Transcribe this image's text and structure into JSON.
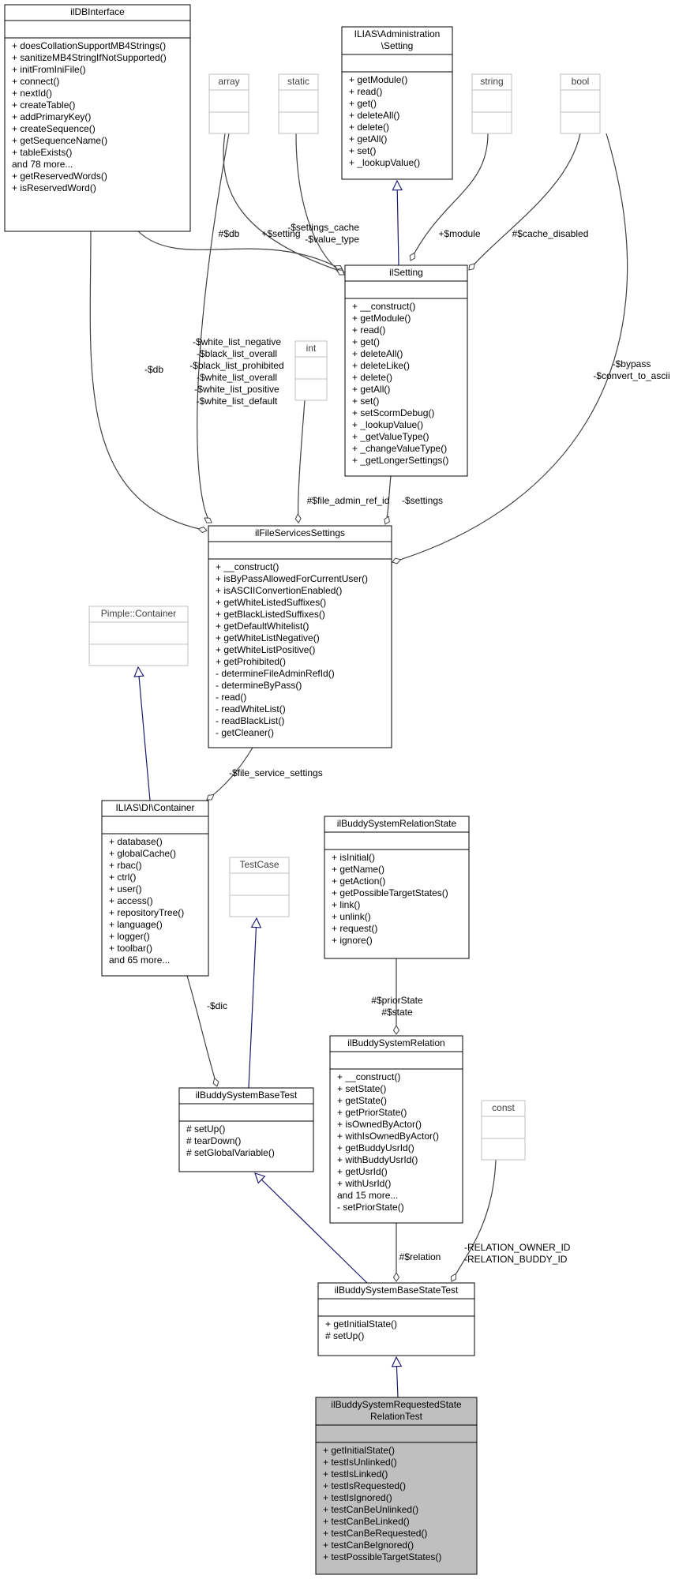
{
  "diagram": {
    "classes": [
      {
        "id": "ildbinterface",
        "title": [
          "ilDBInterface"
        ],
        "attributes": [],
        "methods": [
          "+ doesCollationSupportMB4Strings()",
          "+ sanitizeMB4StringIfNotSupported()",
          "+ initFromIniFile()",
          "+ connect()",
          "+ nextId()",
          "+ createTable()",
          "+ addPrimaryKey()",
          "+ createSequence()",
          "+ getSequenceName()",
          "+ tableExists()",
          "and 78 more...",
          "+ getReservedWords()",
          "+ isReservedWord()"
        ]
      },
      {
        "id": "array",
        "title": [
          "array"
        ],
        "attributes": [],
        "methods": [],
        "external": true
      },
      {
        "id": "static",
        "title": [
          "static"
        ],
        "attributes": [],
        "methods": [],
        "external": true
      },
      {
        "id": "ilias-setting",
        "title": [
          "ILIAS\\Administration",
          "\\Setting"
        ],
        "attributes": [],
        "methods": [
          "+ getModule()",
          "+ read()",
          "+ get()",
          "+ deleteAll()",
          "+ delete()",
          "+ getAll()",
          "+ set()",
          "+ _lookupValue()"
        ]
      },
      {
        "id": "string",
        "title": [
          "string"
        ],
        "attributes": [],
        "methods": [],
        "external": true
      },
      {
        "id": "bool",
        "title": [
          "bool"
        ],
        "attributes": [],
        "methods": [],
        "external": true
      },
      {
        "id": "ilsetting",
        "title": [
          "ilSetting"
        ],
        "attributes": [],
        "methods": [
          "+ __construct()",
          "+ getModule()",
          "+ read()",
          "+ get()",
          "+ deleteAll()",
          "+ deleteLike()",
          "+ delete()",
          "+ getAll()",
          "+ set()",
          "+ setScormDebug()",
          "+ _lookupValue()",
          "+ _getValueType()",
          "+ _changeValueType()",
          "+ _getLongerSettings()"
        ]
      },
      {
        "id": "int",
        "title": [
          "int"
        ],
        "attributes": [],
        "methods": [],
        "external": true
      },
      {
        "id": "ilfileservicessettings",
        "title": [
          "ilFileServicesSettings"
        ],
        "attributes": [],
        "methods": [
          "+ __construct()",
          "+ isByPassAllowedForCurrentUser()",
          "+ isASCIIConvertionEnabled()",
          "+ getWhiteListedSuffixes()",
          "+ getBlackListedSuffixes()",
          "+ getDefaultWhitelist()",
          "+ getWhiteListNegative()",
          "+ getWhiteListPositive()",
          "+ getProhibited()",
          "- determineFileAdminRefId()",
          "- determineByPass()",
          "- read()",
          "- readWhiteList()",
          "- readBlackList()",
          "- getCleaner()"
        ]
      },
      {
        "id": "pimple",
        "title": [
          "Pimple::Container"
        ],
        "attributes": [],
        "methods": [],
        "external": true
      },
      {
        "id": "di-container",
        "title": [
          "ILIAS\\DI\\Container"
        ],
        "attributes": [],
        "methods": [
          "+ database()",
          "+ globalCache()",
          "+ rbac()",
          "+ ctrl()",
          "+ user()",
          "+ access()",
          "+ repositoryTree()",
          "+ language()",
          "+ logger()",
          "+ toolbar()",
          "and 65 more..."
        ]
      },
      {
        "id": "testcase",
        "title": [
          "TestCase"
        ],
        "attributes": [],
        "methods": [],
        "external": true
      },
      {
        "id": "relationstate",
        "title": [
          "ilBuddySystemRelationState"
        ],
        "attributes": [],
        "methods": [
          "+ isInitial()",
          "+ getName()",
          "+ getAction()",
          "+ getPossibleTargetStates()",
          "+ link()",
          "+ unlink()",
          "+ request()",
          "+ ignore()"
        ]
      },
      {
        "id": "relation",
        "title": [
          "ilBuddySystemRelation"
        ],
        "attributes": [],
        "methods": [
          "+ __construct()",
          "+ setState()",
          "+ getState()",
          "+ getPriorState()",
          "+ isOwnedByActor()",
          "+ withIsOwnedByActor()",
          "+ getBuddyUsrId()",
          "+ withBuddyUsrId()",
          "+ getUsrId()",
          "+ withUsrId()",
          "and 15 more...",
          "- setPriorState()"
        ]
      },
      {
        "id": "basetest",
        "title": [
          "ilBuddySystemBaseTest"
        ],
        "attributes": [],
        "methods": [
          "# setUp()",
          "# tearDown()",
          "# setGlobalVariable()"
        ]
      },
      {
        "id": "const",
        "title": [
          "const"
        ],
        "attributes": [],
        "methods": [],
        "external": true
      },
      {
        "id": "basestatetest",
        "title": [
          "ilBuddySystemBaseStateTest"
        ],
        "attributes": [],
        "methods": [
          "+ getInitialState()",
          "# setUp()"
        ]
      },
      {
        "id": "requested",
        "title": [
          "ilBuddySystemRequestedState",
          "RelationTest"
        ],
        "attributes": [],
        "methods": [
          "+ getInitialState()",
          "+ testIsUnlinked()",
          "+ testIsLinked()",
          "+ testIsRequested()",
          "+ testIsIgnored()",
          "+ testCanBeUnlinked()",
          "+ testCanBeLinked()",
          "+ testCanBeRequested()",
          "+ testCanBeIgnored()",
          "+ testPossibleTargetStates()"
        ],
        "highlighted": true
      }
    ],
    "edge_labels": {
      "db_setting": [
        "#$db"
      ],
      "setting_setting": [
        "+$setting"
      ],
      "settings_cache": [
        "-$settings_cache",
        "-$value_type"
      ],
      "module": [
        "+$module"
      ],
      "cache_disabled": [
        "#$cache_disabled"
      ],
      "db_files": [
        "-$db"
      ],
      "lists": [
        "-$white_list_negative",
        "-$black_list_overall",
        "-$black_list_prohibited",
        "-$white_list_overall",
        "-$white_list_positive",
        "-$white_list_default"
      ],
      "bypass": [
        "-$bypass",
        "-$convert_to_ascii"
      ],
      "file_admin": [
        "#$file_admin_ref_id"
      ],
      "settings": [
        "-$settings"
      ],
      "file_service": [
        "-$file_service_settings"
      ],
      "dic": [
        "-$dic"
      ],
      "state": [
        "#$priorState",
        "#$state"
      ],
      "relation_edge": [
        "#$relation"
      ],
      "relation_ids": [
        "-RELATION_OWNER_ID",
        "-RELATION_BUDDY_ID"
      ]
    },
    "colors": {
      "box_border": "#000000",
      "external_border": "#bfbfbf",
      "external_text": "#404040",
      "highlight_fill": "#bfbfbf",
      "inherit_edge": "#191970",
      "assoc_edge": "#404040"
    }
  }
}
